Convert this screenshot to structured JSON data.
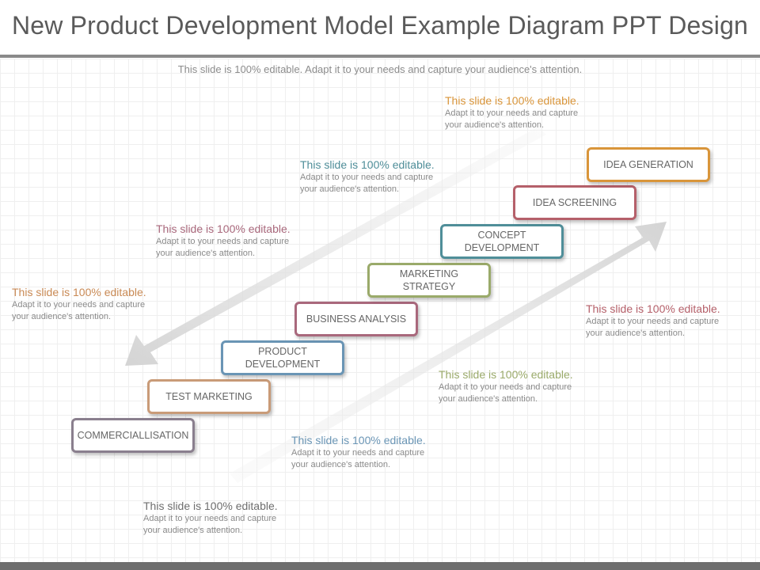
{
  "header": {
    "title": "New Product Development Model Example Diagram PPT Design",
    "subtitle": "This slide is 100% editable. Adapt it to your needs and capture your audience's attention."
  },
  "colors": {
    "commercialisation": "#8a7f8e",
    "test_marketing": "#c99b78",
    "product_development": "#6a95b5",
    "business_analysis": "#a9687c",
    "marketing_strategy": "#9aaa6a",
    "concept_development": "#4f8e99",
    "idea_screening": "#b5606a",
    "idea_generation": "#d9953a",
    "arrow": "#dcdcdc"
  },
  "steps": [
    {
      "label": "COMMERCIALLISATION",
      "color_key": "commercialisation"
    },
    {
      "label": "TEST MARKETING",
      "color_key": "test_marketing"
    },
    {
      "label": "PRODUCT\nDEVELOPMENT",
      "color_key": "product_development"
    },
    {
      "label": "BUSINESS ANALYSIS",
      "color_key": "business_analysis"
    },
    {
      "label": "MARKETING\nSTRATEGY",
      "color_key": "marketing_strategy"
    },
    {
      "label": "CONCEPT\nDEVELOPMENT",
      "color_key": "concept_development"
    },
    {
      "label": "IDEA SCREENING",
      "color_key": "idea_screening"
    },
    {
      "label": "IDEA GENERATION",
      "color_key": "idea_generation"
    }
  ],
  "notes": [
    {
      "head": "This slide is 100% editable.",
      "body": "Adapt it to your needs and capture\nyour audience's attention.",
      "color": "#d9953a"
    },
    {
      "head": "This slide is 100% editable.",
      "body": "Adapt it to your needs and capture\nyour audience's attention.",
      "color": "#4f8e99"
    },
    {
      "head": "This slide is 100% editable.",
      "body": "Adapt it to your needs and capture\nyour audience's attention.",
      "color": "#a9687c"
    },
    {
      "head": "This slide is 100% editable.",
      "body": "Adapt it to your needs and capture\nyour audience's attention.",
      "color": "#c98a55"
    },
    {
      "head": "This slide is 100% editable.",
      "body": "Adapt it to your needs and capture\nyour audience's attention.",
      "color": "#b5606a"
    },
    {
      "head": "This slide is 100% editable.",
      "body": "Adapt it to your needs and capture\nyour audience's attention.",
      "color": "#9aaa6a"
    },
    {
      "head": "This slide is 100% editable.",
      "body": "Adapt it to your needs and capture\nyour audience's attention.",
      "color": "#6a95b5"
    },
    {
      "head": "This slide is 100% editable.",
      "body": "Adapt it to your needs and capture\nyour audience's attention.",
      "color": "#6e6e6e"
    }
  ]
}
